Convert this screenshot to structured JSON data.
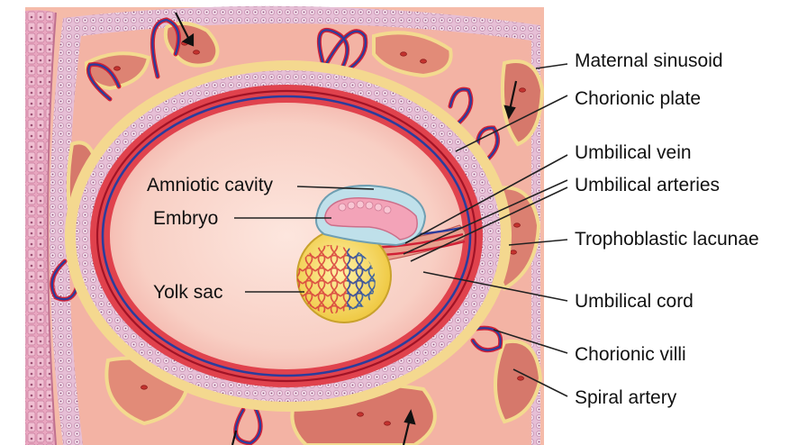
{
  "labels": {
    "maternal_sinusoid": "Maternal sinusoid",
    "chorionic_plate": "Chorionic plate",
    "umbilical_vein": "Umbilical vein",
    "umbilical_arteries": "Umbilical arteries",
    "trophoblastic_lacunae": "Trophoblastic lacunae",
    "umbilical_cord": "Umbilical cord",
    "chorionic_villi": "Chorionic villi",
    "spiral_artery": "Spiral artery",
    "amniotic_cavity": "Amniotic cavity",
    "embryo": "Embryo",
    "yolk_sac": "Yolk sac"
  },
  "colors": {
    "uterine_wall": "#f4b7a8",
    "decidua": "#f7c9b6",
    "cyto_layer": "#e3b9cf",
    "lacuna_fill": "#d9806f",
    "syncytium": "#f3dc93",
    "chorionic_ring": "#e0424d",
    "cavity": "#f6c2b5",
    "cavity_center": "#fbe0d8",
    "vein_blue": "#2b3c9c",
    "artery_red": "#d12136",
    "yolk": "#f1d55a",
    "amnion": "#9fc3d1",
    "embryo_pink": "#f19bb0"
  }
}
